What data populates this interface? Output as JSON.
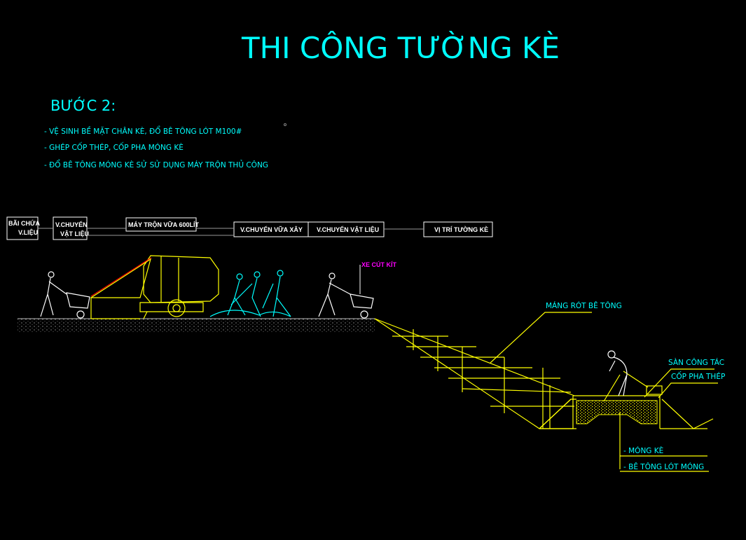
{
  "title": "THI CÔNG TƯỜNG KÈ",
  "step": "BƯỚC 2:",
  "bullets": [
    "- VỆ SINH BỀ MẶT CHÂN KÈ, ĐỔ BÊ TÔNG LÓT M100#",
    "- GHÉP CỐP THÉP, CỐP PHA MÓNG KÈ",
    "- ĐỔ BÊ TÔNG MÓNG KÈ SỬ SỬ DỤNG MÁY TRỘN THỦ CÔNG"
  ],
  "flow": {
    "storage_line1": "BÃI CHỨA",
    "storage_line2": "V.LIỆU",
    "transport_line1": "V.CHUYỂN",
    "transport_line2": "VẬT LIỆU",
    "mixer": "MÁY TRỘN VỮA 600LÍT",
    "mortar_transport": "V.CHUYỂN  VỮA XÂY",
    "material_transport": "V.CHUYỂN  VẬT LIỆU",
    "wall_position": "VỊ TRÍ TƯỜNG KÈ"
  },
  "labels": {
    "wheelbarrow": "XE CÚT KÍT",
    "chute": "MÁNG RÓT BÊ TÔNG",
    "platform": "SÀN CÔNG TÁC",
    "formwork": "CỐP PHA THÉP",
    "foundation": "- MÓNG KÈ",
    "lean_concrete": "- BÊ TÔNG LÓT MÓNG"
  },
  "colors": {
    "text": "#00ffff",
    "lines": "#ffff00",
    "highlight": "#ff00ff",
    "background": "#000000"
  }
}
